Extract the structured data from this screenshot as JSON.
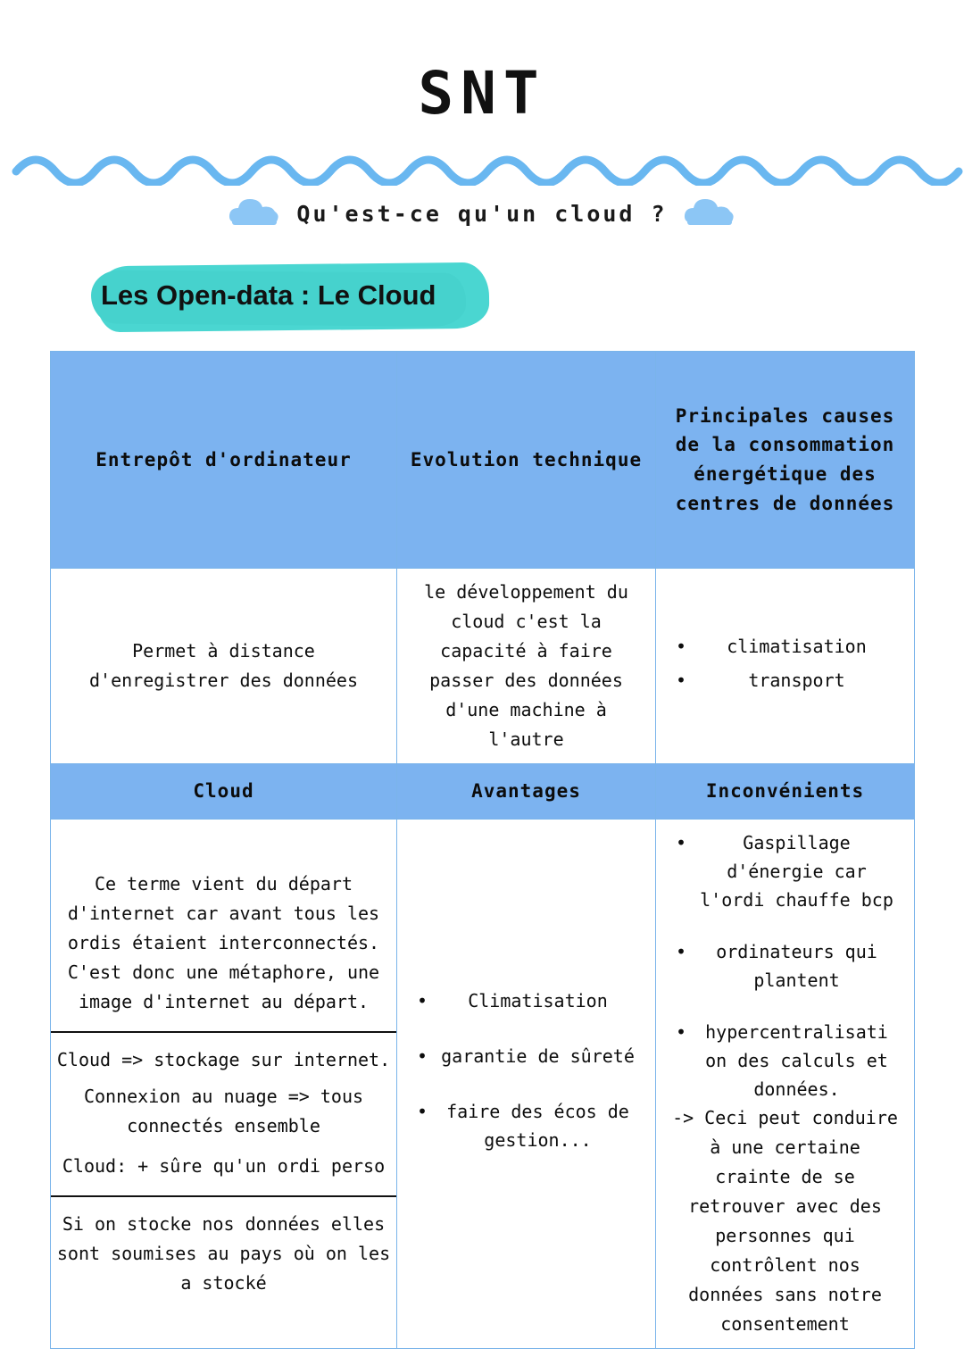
{
  "document": {
    "title": "SNT",
    "subtitle": "Qu'est-ce qu'un cloud ?",
    "heading": "Les Open-data : Le Cloud",
    "colors": {
      "header_blue": "#7cb3f0",
      "wave_blue": "#69b7f0",
      "cloud_blue": "#8cc6f5",
      "highlight_teal": "#4ad6d1",
      "text": "#111111"
    },
    "icons": {
      "cloud_left": "cloud-icon",
      "cloud_right": "cloud-icon",
      "wave": "wave-divider"
    }
  },
  "table": {
    "header_row_1": [
      "Entrepôt d'ordinateur",
      "Evolution technique",
      "Principales causes de la consommation énergétique des centres de données"
    ],
    "body_row_1": {
      "col1": "Permet à distance d'enregistrer des données",
      "col2": "le développement du cloud c'est la capacité à faire passer des données d'une machine à l'autre",
      "col3_bullets": [
        "climatisation",
        "transport"
      ]
    },
    "header_row_2": [
      "Cloud",
      "Avantages",
      "Inconvénients"
    ],
    "body_row_2": {
      "col1_blocks": [
        "Ce terme vient du départ d'internet car avant tous les ordis étaient interconnectés. C'est donc une métaphore, une image d'internet au départ.",
        "Cloud => stockage sur internet.",
        "Connexion au nuage => tous connectés ensemble",
        "Cloud: + sûre qu'un ordi perso",
        "Si on stocke nos données elles sont soumises au pays où on les a stocké"
      ],
      "col2_bullets": [
        "Climatisation",
        "garantie de sûreté",
        "faire des écos de gestion..."
      ],
      "col3_bullets": [
        "Gaspillage d'énergie car l'ordi chauffe bcp",
        "ordinateurs qui plantent",
        "hypercentralisati on des calculs et données."
      ],
      "col3_tail": "-> Ceci peut conduire à une certaine crainte de se retrouver avec des personnes qui contrôlent nos données sans notre consentement"
    }
  }
}
